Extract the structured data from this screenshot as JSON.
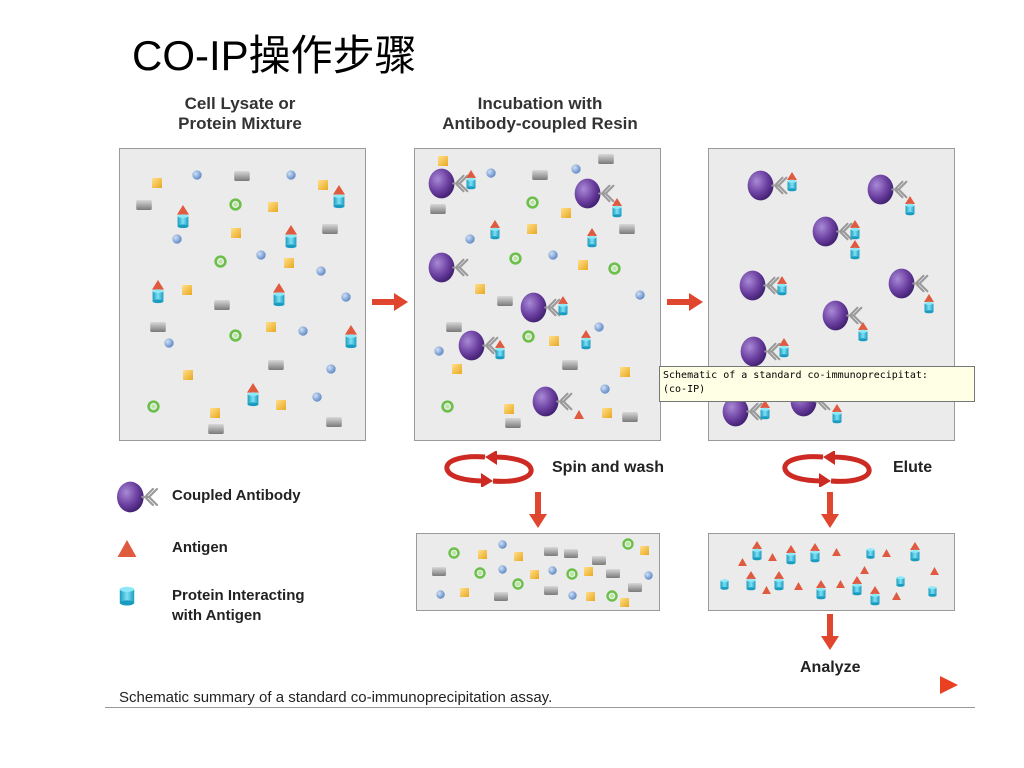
{
  "slide": {
    "title": "CO-IP操作步骤"
  },
  "panels": {
    "lysate_heading": [
      "Cell Lysate or",
      "Protein Mixture"
    ],
    "incubation_heading": [
      "Incubation with",
      "Antibody-coupled Resin"
    ]
  },
  "steps": {
    "spin_wash": "Spin and wash",
    "elute": "Elute",
    "analyze": "Analyze"
  },
  "legend": {
    "coupled_antibody": "Coupled Antibody",
    "antigen": "Antigen",
    "protein_interacting": [
      "Protein Interacting",
      "with Antigen"
    ]
  },
  "tooltip": {
    "line1": "Schematic of a standard co-immunoprecipitat:",
    "line2": "(co-IP)"
  },
  "caption": "Schematic summary of a standard co-immunoprecipitation assay.",
  "colors": {
    "antibody": "#6b3fa0",
    "antigen": "#e05a40",
    "interacting_protein": "#2ab8d8",
    "arrow": "#e0462e",
    "circular_arrow": "#cc2a22",
    "yellow_square": "#f5c84a",
    "blue_dot": "#7ea6d8",
    "green_ring": "#6cc04a",
    "grey_block": "#9a9a9a"
  },
  "icons": {
    "play": "play-triangle-icon"
  }
}
